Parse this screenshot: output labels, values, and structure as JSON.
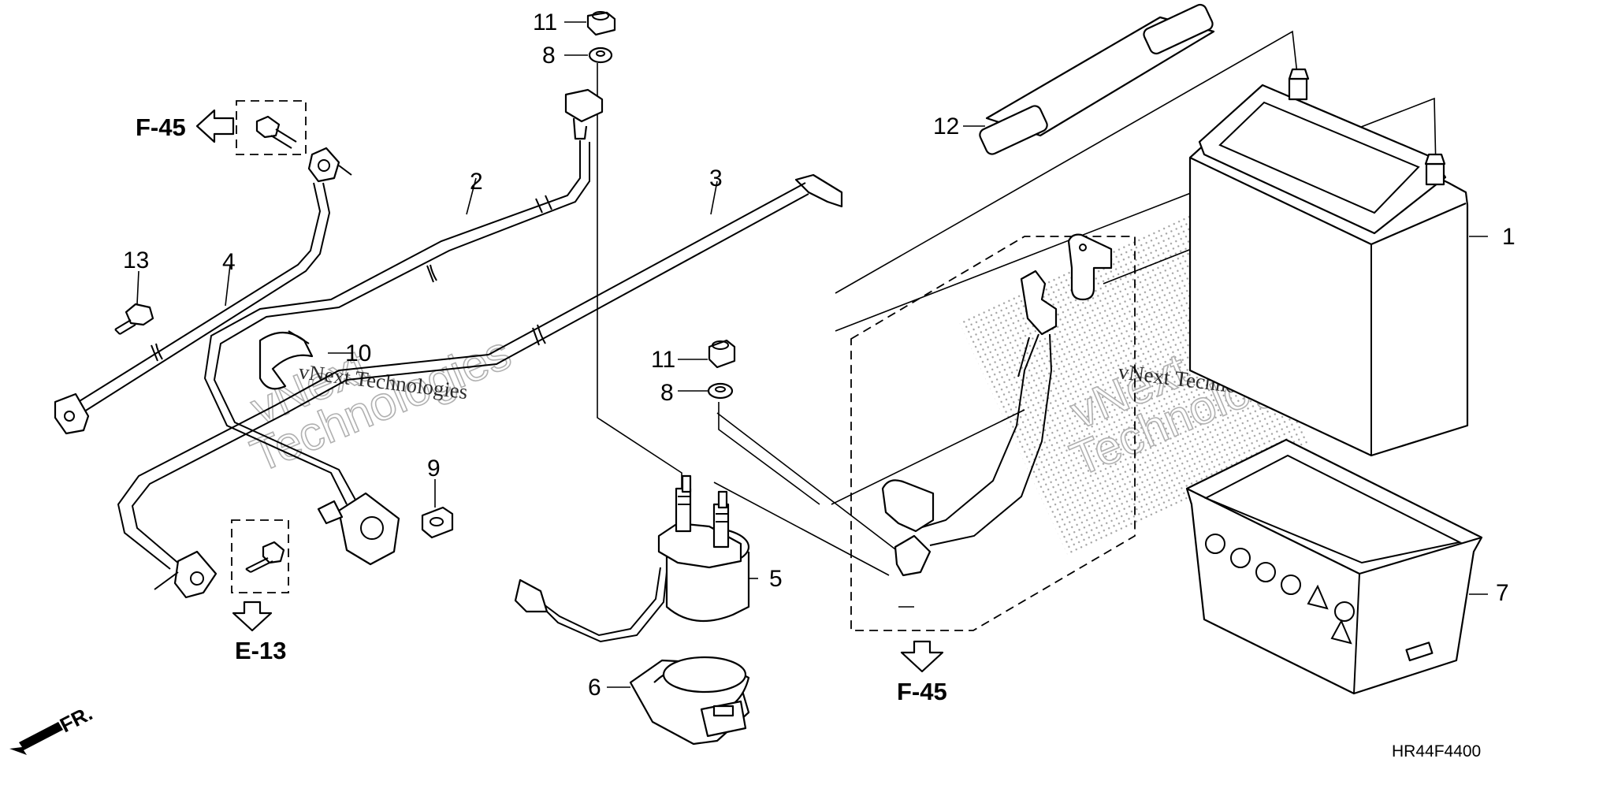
{
  "diagram": {
    "callouts": [
      {
        "id": "c1",
        "label": "1"
      },
      {
        "id": "c2",
        "label": "2"
      },
      {
        "id": "c3",
        "label": "3"
      },
      {
        "id": "c4",
        "label": "4"
      },
      {
        "id": "c5",
        "label": "5"
      },
      {
        "id": "c6",
        "label": "6"
      },
      {
        "id": "c7",
        "label": "7"
      },
      {
        "id": "c8a",
        "label": "8"
      },
      {
        "id": "c8b",
        "label": "8"
      },
      {
        "id": "c9",
        "label": "9"
      },
      {
        "id": "c10",
        "label": "10"
      },
      {
        "id": "c11a",
        "label": "11"
      },
      {
        "id": "c11b",
        "label": "11"
      },
      {
        "id": "c12",
        "label": "12"
      },
      {
        "id": "c13",
        "label": "13"
      }
    ],
    "references": {
      "f45_left": "F-45",
      "e13": "E-13",
      "f45_bottom": "F-45",
      "front": "FR."
    },
    "diagram_code": "HR44F4400",
    "watermark": {
      "line1": "vNext Technologies",
      "big1": "vNext",
      "big2": "Technologies"
    }
  }
}
